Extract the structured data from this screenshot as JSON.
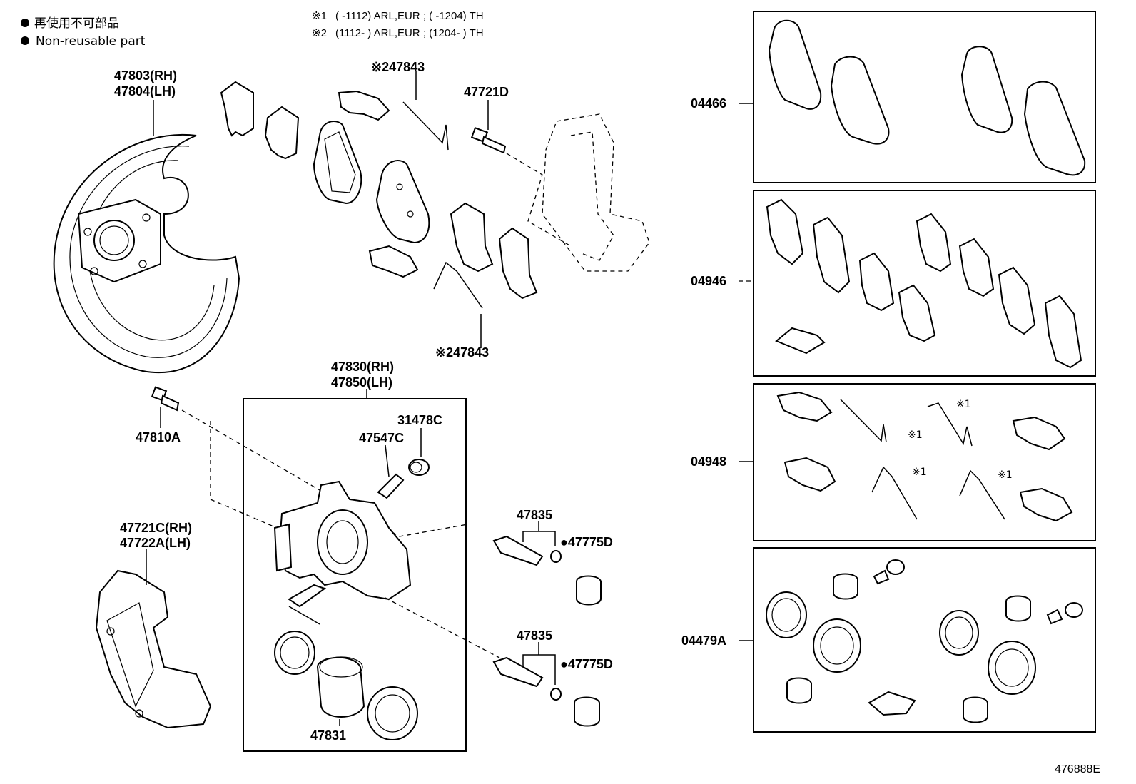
{
  "legend": {
    "items": [
      {
        "symbol": "●",
        "label_jp": "再使用不可部品"
      },
      {
        "symbol": "●",
        "label_en": "Non-reusable part"
      }
    ]
  },
  "notes": [
    {
      "mark": "※1",
      "text": "(      -1112) ARL,EUR ; (      -1204) TH"
    },
    {
      "mark": "※2",
      "text": "(1112-      ) ARL,EUR ; (1204-      ) TH"
    }
  ],
  "parts": {
    "shield_rh": "47803(RH)",
    "shield_lh": "47804(LH)",
    "spring_top": "※247843",
    "bolt_top": "47721D",
    "spring_bottom": "※247843",
    "caliper_rh": "47830(RH)",
    "caliper_lh": "47850(LH)",
    "bleeder": "47810A",
    "cap": "31478C",
    "bleeder_plug": "47547C",
    "mount_rh": "47721C(RH)",
    "mount_lh": "47722A(LH)",
    "pin_upper": "47835",
    "boot_upper": "●47775D",
    "pin_lower": "47835",
    "boot_lower": "●47775D",
    "piston": "47831"
  },
  "kits": [
    {
      "code": "04466"
    },
    {
      "code": "04946"
    },
    {
      "code": "04948"
    },
    {
      "code": "04479A"
    }
  ],
  "kit_markers": [
    "※1",
    "※1",
    "※1",
    "※1"
  ],
  "diagram_code": "476888E"
}
